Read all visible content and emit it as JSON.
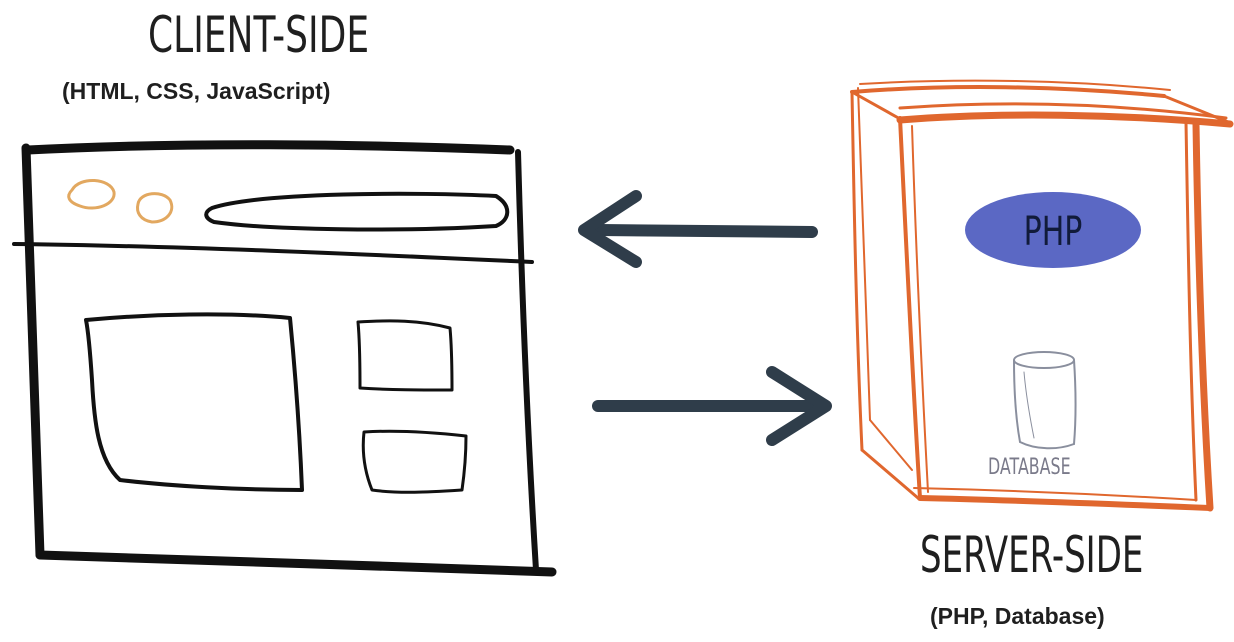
{
  "client": {
    "title": "CLIENT-SIDE",
    "subtitle": "(HTML, CSS, JavaScript)"
  },
  "server": {
    "title": "SERVER-SIDE",
    "subtitle": "(PHP, Database)",
    "php_label": "PHP",
    "database_label": "DATABASE"
  },
  "colors": {
    "ink": "#111111",
    "arrow": "#2f3d4a",
    "server_box": "#e0672e",
    "php_ellipse": "#5b68c4",
    "browser_dots": "#e2a860"
  },
  "icons": {
    "browser": "browser-window-sketch",
    "server": "server-box-sketch",
    "database": "database-cylinder-icon",
    "arrow_left": "arrow-left-icon",
    "arrow_right": "arrow-right-icon"
  }
}
